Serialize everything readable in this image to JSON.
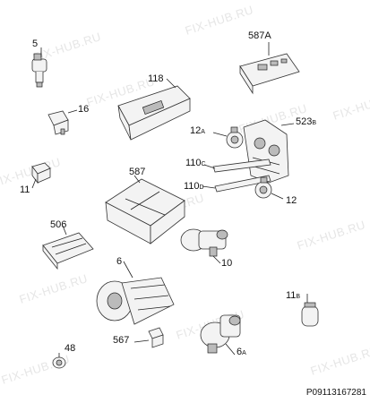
{
  "watermark": "FIX-HUB.RU",
  "reference": "P09113167281",
  "parts": [
    {
      "id": "p5",
      "code": "5"
    },
    {
      "id": "p587A",
      "code": "587",
      "suffix": "A"
    },
    {
      "id": "p118",
      "code": "118"
    },
    {
      "id": "p16",
      "code": "16"
    },
    {
      "id": "p12A",
      "code": "12",
      "suffix": "A"
    },
    {
      "id": "p523B",
      "code": "523",
      "suffix": "B"
    },
    {
      "id": "p587",
      "code": "587"
    },
    {
      "id": "p110C",
      "code": "110",
      "suffix": "C"
    },
    {
      "id": "p11",
      "code": "11"
    },
    {
      "id": "p110D",
      "code": "110",
      "suffix": "D"
    },
    {
      "id": "p12",
      "code": "12"
    },
    {
      "id": "p506",
      "code": "506"
    },
    {
      "id": "p10",
      "code": "10"
    },
    {
      "id": "p6",
      "code": "6"
    },
    {
      "id": "p11B",
      "code": "11",
      "suffix": "B"
    },
    {
      "id": "p567",
      "code": "567"
    },
    {
      "id": "p48",
      "code": "48"
    },
    {
      "id": "p6A",
      "code": "6",
      "suffix": "A"
    }
  ]
}
